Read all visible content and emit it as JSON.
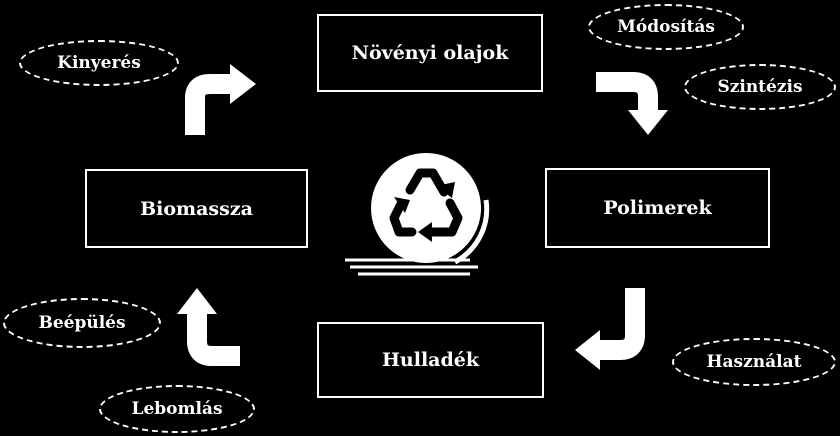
{
  "nodes": {
    "top": "Növényi olajok",
    "left": "Biomassza",
    "right": "Polimerek",
    "bottom": "Hulladék"
  },
  "steps": {
    "kinyeres": "Kinyerés",
    "modositas": "Módosítás",
    "szintezis": "Szintézis",
    "beepules": "Beépülés",
    "lebomlas": "Lebomlás",
    "hasznalat": "Használat"
  },
  "icons": {
    "center": "recycle-icon",
    "arrows": "curved-arrow-icon"
  },
  "colors": {
    "background": "#000000",
    "foreground": "#ffffff"
  }
}
